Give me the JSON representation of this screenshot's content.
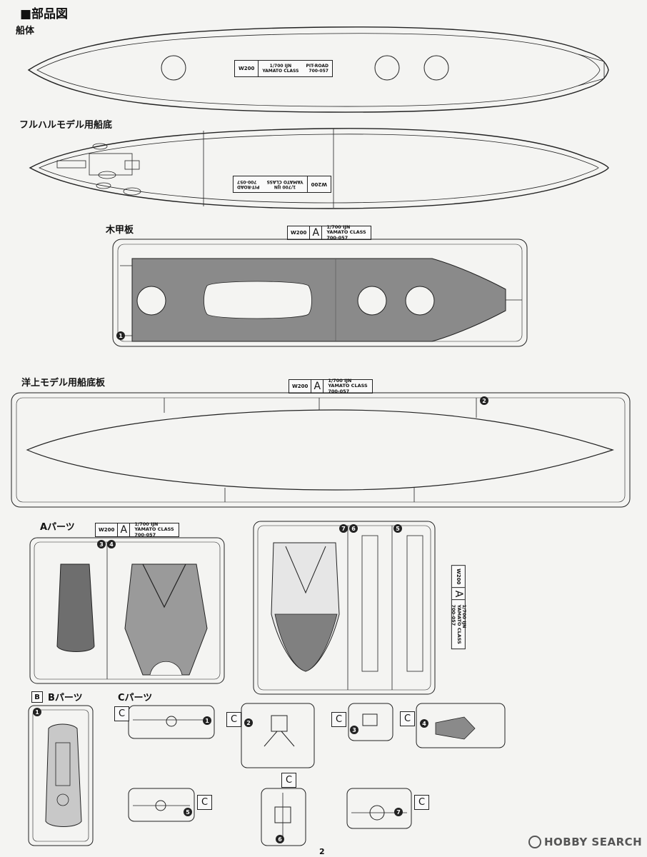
{
  "page": {
    "title": "■部品図",
    "page_number": "2",
    "watermark": "HOBBY SEARCH"
  },
  "sections": {
    "hull": "船体",
    "full_hull_bottom": "フルハルモデル用船底",
    "wood_deck": "木甲板",
    "waterline_plate": "洋上モデル用船底板",
    "a_parts": "Aパーツ",
    "b_parts": "Bパーツ",
    "c_parts": "Cパーツ"
  },
  "hull_label": {
    "code": "W200",
    "scale": "1/700 IJN",
    "name": "YAMATO CLASS",
    "brand": "PIT-ROAD",
    "number": "700-057"
  },
  "runner_tag": {
    "code": "W200",
    "letter": "A",
    "scale": "1/700 IJN",
    "name": "YAMATO CLASS",
    "number": "700-057"
  },
  "letters": {
    "b": "B",
    "c": "C"
  },
  "part_numbers": [
    "1",
    "2",
    "3",
    "4",
    "5",
    "6",
    "7"
  ]
}
